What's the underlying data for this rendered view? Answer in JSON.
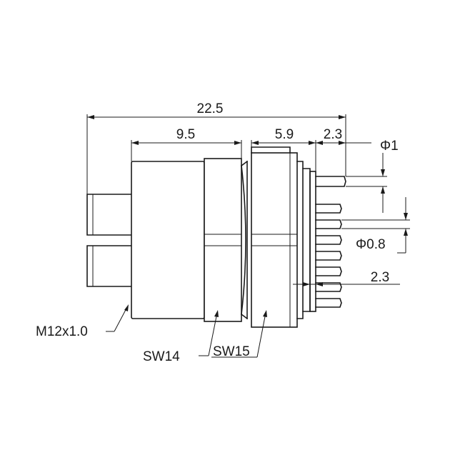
{
  "dimensions": {
    "overall_length": "22.5",
    "front_length": "9.5",
    "flange_length": "5.9",
    "pin_offset": "2.3",
    "pin_diameter": "Φ1",
    "small_pin_diameter": "Φ0.8",
    "pin_pitch": "2.3"
  },
  "callouts": {
    "thread": "M12x1.0",
    "wrench_front": "SW14",
    "wrench_rear": "SW15"
  }
}
